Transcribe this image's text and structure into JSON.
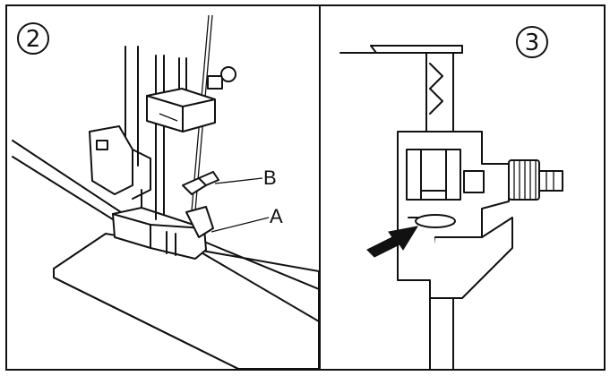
{
  "panels": [
    {
      "number_label": "2",
      "labels": {
        "b": "B",
        "a": "A"
      }
    },
    {
      "number_label": "3"
    }
  ],
  "colors": {
    "line": "#111111",
    "background": "#ffffff",
    "arrow": "#111111"
  }
}
